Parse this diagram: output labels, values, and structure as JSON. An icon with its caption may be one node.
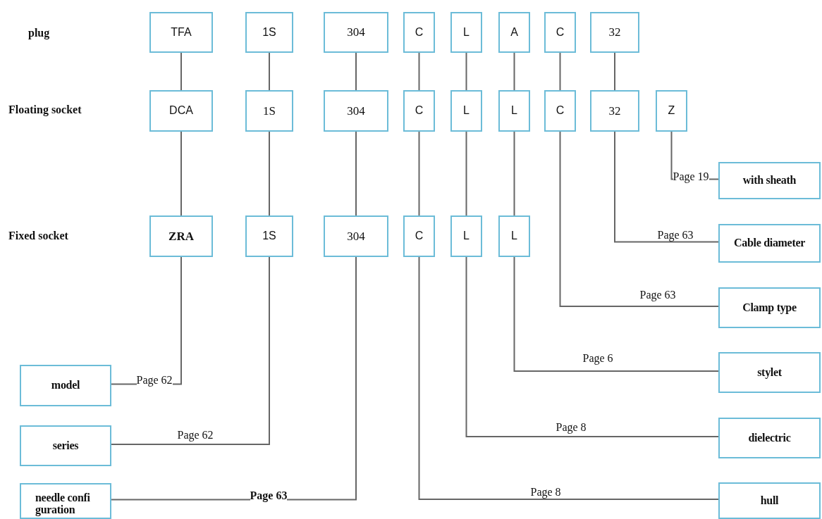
{
  "diagram": {
    "nodes": [
      {
        "text": [
          "TFA"
        ]
      },
      {
        "text": [
          "1S"
        ]
      },
      {
        "text": [
          "304"
        ]
      },
      {
        "text": [
          "C"
        ]
      },
      {
        "text": [
          "L"
        ]
      },
      {
        "text": [
          "A"
        ]
      },
      {
        "text": [
          "C"
        ]
      },
      {
        "text": [
          "32"
        ]
      },
      {
        "text": [
          "DCA"
        ]
      },
      {
        "text": [
          "1S"
        ]
      },
      {
        "text": [
          "304"
        ]
      },
      {
        "text": [
          "C"
        ]
      },
      {
        "text": [
          "L"
        ]
      },
      {
        "text": [
          "L"
        ]
      },
      {
        "text": [
          "C"
        ]
      },
      {
        "text": [
          "32"
        ]
      },
      {
        "text": [
          "Z"
        ]
      },
      {
        "text": [
          "ZRA"
        ]
      },
      {
        "text": [
          "1S"
        ]
      },
      {
        "text": [
          "304"
        ]
      },
      {
        "text": [
          "C"
        ]
      },
      {
        "text": [
          "L"
        ]
      },
      {
        "text": [
          "L"
        ]
      },
      {
        "text": [
          "with sheath"
        ]
      },
      {
        "text": [
          "Cable diameter"
        ]
      },
      {
        "text": [
          "Clamp type"
        ]
      },
      {
        "text": [
          "stylet"
        ]
      },
      {
        "text": [
          "dielectric"
        ]
      },
      {
        "text": [
          "hull"
        ]
      },
      {
        "text": [
          "model"
        ]
      },
      {
        "text": [
          "series"
        ]
      },
      {
        "text": [
          "needle confi guration"
        ]
      }
    ],
    "edges": [
      {
        "from": 0,
        "to": 8,
        "arrow": "none"
      },
      {
        "from": 1,
        "to": 9,
        "arrow": "none"
      },
      {
        "from": 2,
        "to": 10,
        "arrow": "none"
      },
      {
        "from": 3,
        "to": 11,
        "arrow": "none"
      },
      {
        "from": 4,
        "to": 12,
        "arrow": "none"
      },
      {
        "from": 5,
        "to": 13,
        "arrow": "none"
      },
      {
        "from": 6,
        "to": 14,
        "arrow": "none"
      },
      {
        "from": 7,
        "to": 15,
        "arrow": "none"
      },
      {
        "from": 8,
        "to": 17,
        "arrow": "none"
      },
      {
        "from": 9,
        "to": 18,
        "arrow": "none"
      },
      {
        "from": 10,
        "to": 19,
        "arrow": "none"
      },
      {
        "from": 11,
        "to": 20,
        "arrow": "none"
      },
      {
        "from": 12,
        "to": 21,
        "arrow": "none"
      },
      {
        "from": 13,
        "to": 22,
        "arrow": "none"
      },
      {
        "from": 16,
        "to": 23,
        "arrow": "none",
        "label": "Page 19"
      },
      {
        "from": 15,
        "to": 24,
        "arrow": "none",
        "label": "Page 63"
      },
      {
        "from": 14,
        "to": 25,
        "arrow": "none",
        "label": "Page 63"
      },
      {
        "from": 22,
        "to": 26,
        "arrow": "none",
        "label": "Page 6"
      },
      {
        "from": 21,
        "to": 27,
        "arrow": "none",
        "label": "Page 8"
      },
      {
        "from": 20,
        "to": 28,
        "arrow": "none",
        "label": "Page 8"
      },
      {
        "from": 17,
        "to": 29,
        "arrow": "none",
        "label": "Page 62"
      },
      {
        "from": 18,
        "to": 30,
        "arrow": "none",
        "label": "Page 62"
      },
      {
        "from": 19,
        "to": 31,
        "arrow": "none",
        "label": "Page 63"
      }
    ],
    "labels": [
      "plug",
      "Floating socket",
      "Fixed socket"
    ]
  }
}
